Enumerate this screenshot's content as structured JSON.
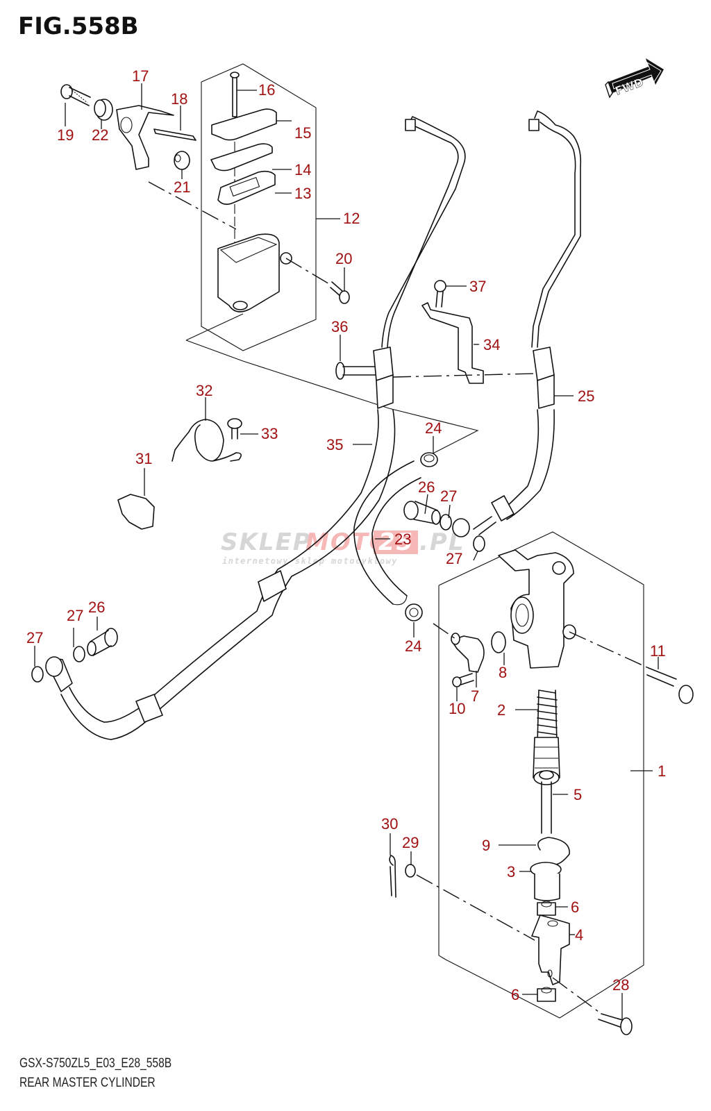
{
  "figure": {
    "title": "FIG.558B",
    "model_code": "GSX-S750ZL5_E03_E28_558B",
    "section_name": "REAR MASTER CYLINDER",
    "direction_indicator": "FWD"
  },
  "watermark": {
    "brand_part1": "SKLEP",
    "brand_part2": "MOTO",
    "brand_part3": "25",
    "brand_part4": ".PL",
    "tagline": "internetowy sklep motocyklowy"
  },
  "colors": {
    "callout": "#a01010",
    "line": "#111111",
    "watermark_gray": "#c9c9c9",
    "watermark_red": "#f4a0a0"
  },
  "parts": [
    {
      "ref": "1",
      "label": "1"
    },
    {
      "ref": "2",
      "label": "2"
    },
    {
      "ref": "3",
      "label": "3"
    },
    {
      "ref": "4",
      "label": "4"
    },
    {
      "ref": "5",
      "label": "5"
    },
    {
      "ref": "6a",
      "label": "6"
    },
    {
      "ref": "6b",
      "label": "6"
    },
    {
      "ref": "7",
      "label": "7"
    },
    {
      "ref": "8",
      "label": "8"
    },
    {
      "ref": "9",
      "label": "9"
    },
    {
      "ref": "10",
      "label": "10"
    },
    {
      "ref": "11",
      "label": "11"
    },
    {
      "ref": "12",
      "label": "12"
    },
    {
      "ref": "13",
      "label": "13"
    },
    {
      "ref": "14",
      "label": "14"
    },
    {
      "ref": "15",
      "label": "15"
    },
    {
      "ref": "16",
      "label": "16"
    },
    {
      "ref": "17",
      "label": "17"
    },
    {
      "ref": "18",
      "label": "18"
    },
    {
      "ref": "19",
      "label": "19"
    },
    {
      "ref": "20",
      "label": "20"
    },
    {
      "ref": "21",
      "label": "21"
    },
    {
      "ref": "22",
      "label": "22"
    },
    {
      "ref": "23",
      "label": "23"
    },
    {
      "ref": "24a",
      "label": "24"
    },
    {
      "ref": "24b",
      "label": "24"
    },
    {
      "ref": "25",
      "label": "25"
    },
    {
      "ref": "26a",
      "label": "26"
    },
    {
      "ref": "26b",
      "label": "26"
    },
    {
      "ref": "27a",
      "label": "27"
    },
    {
      "ref": "27b",
      "label": "27"
    },
    {
      "ref": "27c",
      "label": "27"
    },
    {
      "ref": "27d",
      "label": "27"
    },
    {
      "ref": "28",
      "label": "28"
    },
    {
      "ref": "29",
      "label": "29"
    },
    {
      "ref": "30",
      "label": "30"
    },
    {
      "ref": "31",
      "label": "31"
    },
    {
      "ref": "32",
      "label": "32"
    },
    {
      "ref": "33",
      "label": "33"
    },
    {
      "ref": "34",
      "label": "34"
    },
    {
      "ref": "35",
      "label": "35"
    },
    {
      "ref": "36",
      "label": "36"
    },
    {
      "ref": "37",
      "label": "37"
    }
  ]
}
